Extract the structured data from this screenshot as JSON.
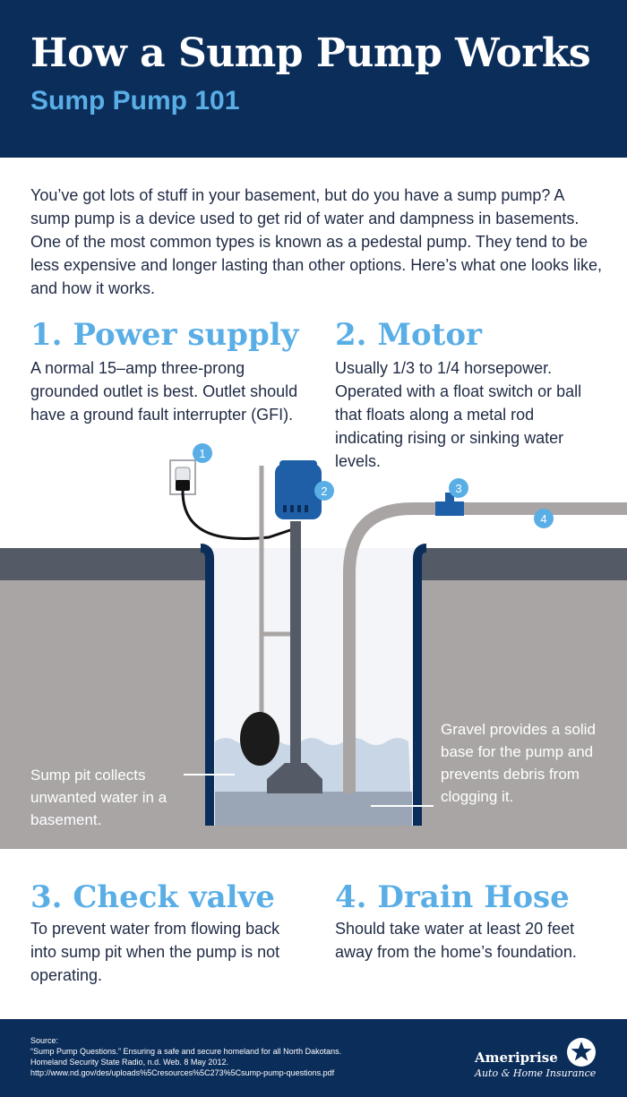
{
  "header": {
    "title": "How a Sump Pump Works",
    "subtitle": "Sump Pump 101"
  },
  "intro": "You’ve got lots of stuff in your basement, but do you have a sump pump? A sump pump is a device used to get rid of water and dampness in basements. One of the most common types is known as a pedestal pump. They tend to be less expensive and longer lasting than other options. Here’s what one looks like, and how it works.",
  "sections": [
    {
      "title": "1. Power supply",
      "text": "A normal 15–amp three-prong grounded outlet is best. Outlet should have a ground fault interrupter (GFI)."
    },
    {
      "title": "2. Motor",
      "text": "Usually 1/3 to 1/4 horsepower. Operated with a float switch or ball that floats along a metal rod indicating rising or sinking water levels."
    },
    {
      "title": "3. Check valve",
      "text": "To prevent water from flowing back into sump pit when the pump is not operating."
    },
    {
      "title": "4. Drain Hose",
      "text": "Should take water at least 20 feet away from the home’s foundation."
    }
  ],
  "diagram": {
    "markers": [
      "1",
      "2",
      "3",
      "4"
    ],
    "callout_left": "Sump pit collects unwanted water in a basement.",
    "callout_right": "Gravel provides a solid base for the pump and prevents debris from clogging it."
  },
  "footer": {
    "source_label": "Source:",
    "source_lines": [
      "“Sump Pump Questions.” Ensuring a safe and secure homeland for all North Dakotans.",
      "Homeland Security State Radio, n.d. Web. 8 May 2012.",
      "http://www.nd.gov/des/uploads%5Cresources%5C273%5Csump-pump-questions.pdf"
    ],
    "brand_name": "Ameriprise",
    "brand_sub": "Auto & Home Insurance"
  },
  "colors": {
    "navy": "#0b2d5a",
    "accent_blue": "#5aaee6",
    "pump_blue": "#1f5fa8",
    "ground": "#a9a5a5",
    "floor": "#545b66"
  }
}
